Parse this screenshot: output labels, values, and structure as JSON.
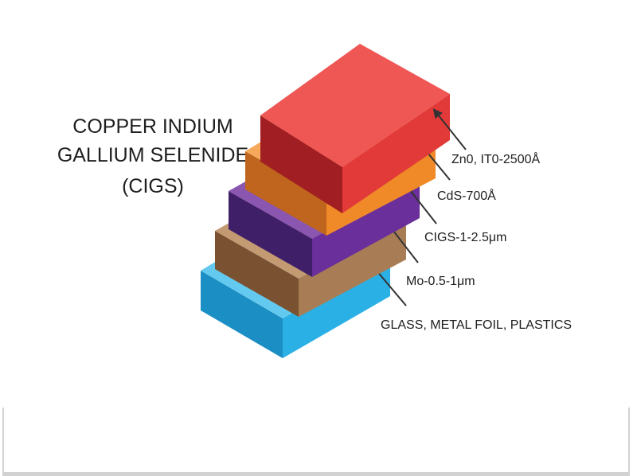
{
  "title": {
    "lines": [
      "COPPER INDIUM",
      "GALLIUM SELENIDE",
      "(CIGS)"
    ]
  },
  "layers": [
    {
      "id": "substrate",
      "label": "GLASS, METAL FOIL, PLASTICS",
      "colors": {
        "top": "#63c9ee",
        "left": "#1b8ec4",
        "right": "#2bb0e6"
      }
    },
    {
      "id": "mo",
      "label": "Mo-0.5-1μm",
      "colors": {
        "top": "#c49a72",
        "left": "#7a5232",
        "right": "#a87d55"
      }
    },
    {
      "id": "cigs",
      "label": "CIGS-1-2.5μm",
      "colors": {
        "top": "#8a56b0",
        "left": "#3f1f68",
        "right": "#6a2f9a"
      }
    },
    {
      "id": "cds",
      "label": "CdS-700Å",
      "colors": {
        "top": "#f6a95a",
        "left": "#c0651e",
        "right": "#f08a28"
      }
    },
    {
      "id": "zno",
      "label": "Zn0, IT0-2500Å",
      "colors": {
        "top": "#ef5754",
        "left": "#a11f22",
        "right": "#e23a38"
      }
    }
  ],
  "arrow_color": "#333333"
}
